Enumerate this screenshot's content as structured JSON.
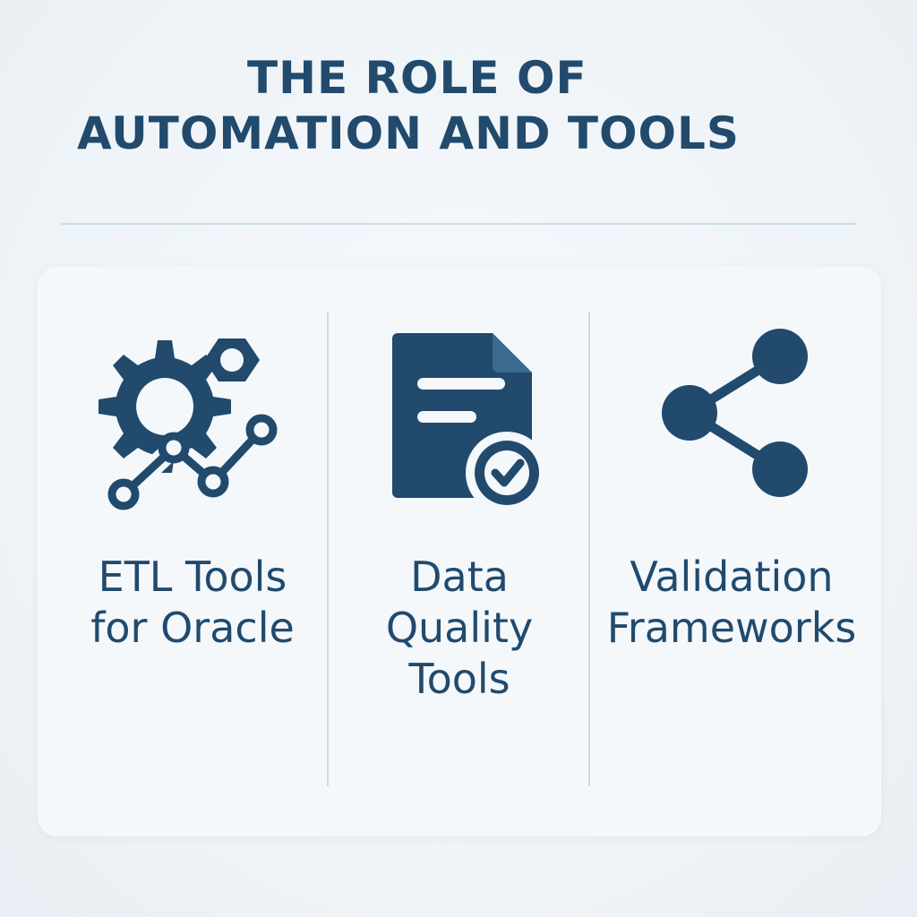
{
  "title": {
    "line1": "THE ROLE OF",
    "line2": "AUTOMATION AND TOOLS"
  },
  "columns": [
    {
      "icon": "gear-network-icon",
      "label_lines": [
        "ETL Tools",
        "for Oracle"
      ]
    },
    {
      "icon": "document-check-icon",
      "label_lines": [
        "Data",
        "Quality",
        "Tools"
      ]
    },
    {
      "icon": "share-nodes-icon",
      "label_lines": [
        "Validation",
        "Frameworks"
      ]
    }
  ],
  "colors": {
    "primary": "#214a6d",
    "background": "#eef3f7",
    "panel": "#f4f8fb",
    "rule": "#c9dde9"
  }
}
